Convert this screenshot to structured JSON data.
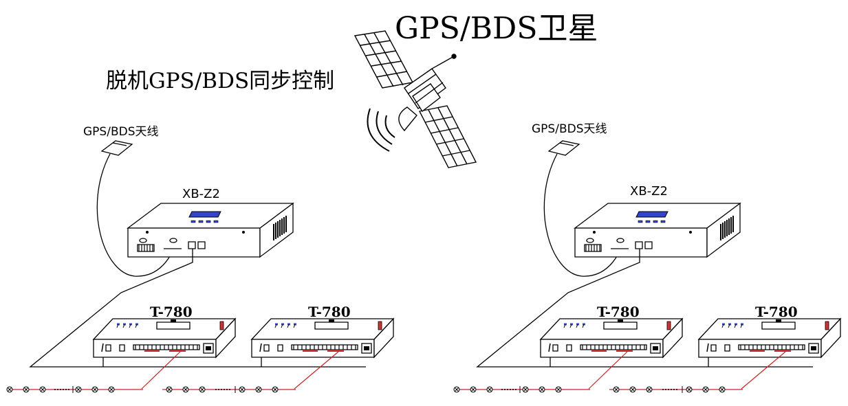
{
  "title": "GPS/BDS卫星",
  "mode_label": "脱机GPS/BDS同步控制",
  "colors": {
    "line": "#000000",
    "signal_wire": "#cc2222",
    "display": "#3344cc",
    "light": "#cc3333"
  },
  "systems": [
    {
      "antenna_label": "GPS/BDS天线",
      "controller_label": "XB-Z2",
      "nodes": [
        "T-780",
        "T-780"
      ]
    },
    {
      "antenna_label": "GPS/BDS天线",
      "controller_label": "XB-Z2",
      "nodes": [
        "T-780",
        "T-780"
      ]
    }
  ]
}
